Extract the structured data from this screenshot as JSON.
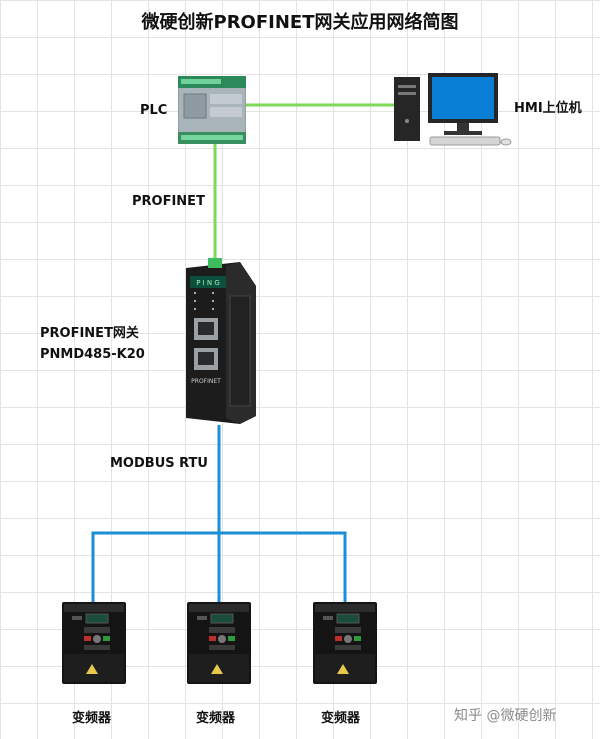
{
  "title": "微硬创新PROFINET网关应用网络简图",
  "nodes": {
    "plc": {
      "label": "PLC"
    },
    "hmi": {
      "label": "HMI上位机"
    },
    "gateway": {
      "label_line1": "PROFINET网关",
      "label_line2": "PNMD485-K20",
      "panel_text": "PROFINET"
    },
    "vfds": [
      {
        "label": "变频器"
      },
      {
        "label": "变频器"
      },
      {
        "label": "变频器"
      }
    ]
  },
  "links": {
    "profinet": {
      "label": "PROFINET",
      "color": "#7ed957"
    },
    "ethernet": {
      "color": "#7ed957"
    },
    "modbus": {
      "label": "MODBUS RTU",
      "color": "#1a8fd6"
    }
  },
  "watermark": "知乎 @微硬创新"
}
